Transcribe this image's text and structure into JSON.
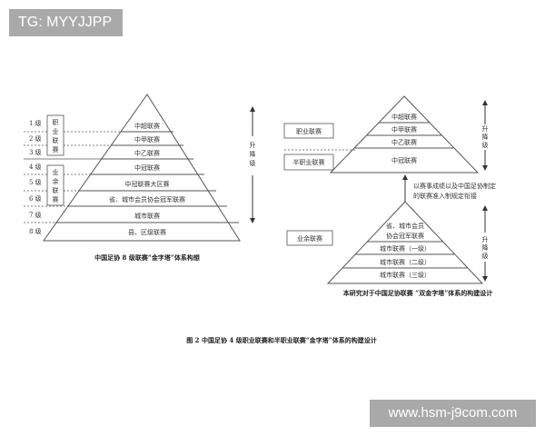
{
  "watermarks": {
    "top": "TG: MYYJJPP",
    "bottom": "www.hsm-j9com.com"
  },
  "left_diagram": {
    "levels": [
      "1 级",
      "2 级",
      "3 级",
      "4 级",
      "5 级",
      "6 级",
      "7 级",
      "8 级"
    ],
    "group_professional": [
      "职",
      "业",
      "联",
      "赛"
    ],
    "group_amateur": [
      "业",
      "余",
      "联",
      "赛"
    ],
    "tiers": [
      "中超联赛",
      "中甲联赛",
      "中乙联赛",
      "中冠联赛",
      "中冠联赛大区赛",
      "省、城市会员协会冠军联赛",
      "城市联赛",
      "县、区级联赛"
    ],
    "arrow_label": [
      "升",
      "降",
      "级"
    ],
    "caption": "中国足协 8 级联赛“金字塔”体系构想"
  },
  "right_diagram": {
    "box_professional": "职业联赛",
    "box_semi_professional": "半职业联赛",
    "box_amateur": "业余联赛",
    "upper_tiers": [
      "中超联赛",
      "中甲联赛",
      "中乙联赛",
      "中冠联赛"
    ],
    "connector_note": [
      "以赛事成绩以及中国足协制定",
      "的联赛准入制规定衔接"
    ],
    "lower_tiers_top": [
      "省、城市会员",
      "协会冠军联赛"
    ],
    "lower_tiers": [
      "城市联赛（一级）",
      "城市联赛（二级）",
      "城市联赛（三级）"
    ],
    "arrow_label": [
      "升",
      "降",
      "级"
    ],
    "caption": "本研究对于中国足协联赛 “双金字塔”体系的构建设计"
  },
  "figure_caption": "图 2  中国足协 4 级职业联赛和半职业联赛“金字塔”体系的构建设计"
}
